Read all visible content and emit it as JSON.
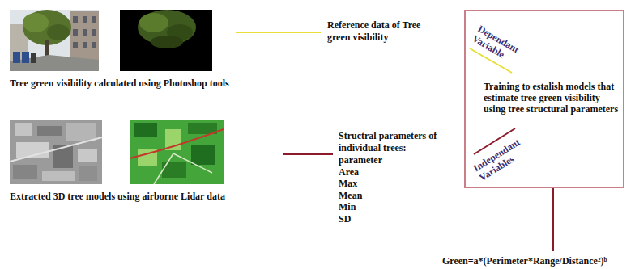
{
  "diagram": {
    "nodes": [
      {
        "text": [
          "Dependant Variable",
          "Training to estalish models that estimate tree green visibility using tree structural parameters",
          "Independant Variables"
        ]
      }
    ],
    "labels": [
      "Reference data of Tree green visibility",
      "Tree green visibility calculated using Photoshop tools",
      "Extracted 3D tree models using airborne Lidar data",
      "Structral parameters of individual trees:",
      "parameter",
      "Area",
      "Max",
      "Mean",
      "Min",
      "SD",
      "Green=a*(Perimeter*Range/Distance²)ᵇ"
    ]
  }
}
